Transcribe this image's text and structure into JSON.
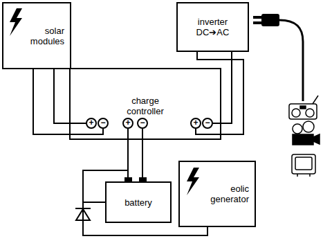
{
  "diagram": {
    "nodes": [
      {
        "text": [
          "solar modules"
        ]
      },
      {
        "text": [
          "inverter DC➔AC"
        ]
      },
      {
        "text": [
          "charge controller"
        ]
      },
      {
        "text": [
          "battery"
        ]
      },
      {
        "text": [
          "eolic generator"
        ]
      }
    ],
    "edges": [
      {
        "from": 0,
        "to": 2,
        "arrow": "none"
      },
      {
        "from": 1,
        "to": 2,
        "arrow": "none"
      },
      {
        "from": 3,
        "to": 2,
        "arrow": "none"
      },
      {
        "from": 3,
        "to": 4,
        "arrow": "none"
      }
    ],
    "labels": [
      "+",
      "−",
      "+",
      "−",
      "+",
      "−"
    ]
  }
}
